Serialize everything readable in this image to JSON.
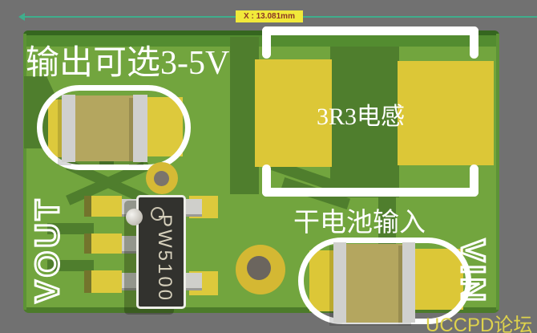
{
  "ruler": {
    "readout": "X : 13.081mm"
  },
  "board": {
    "labels": {
      "output_option": "输出可选3-5V",
      "inductor": "3R3电感",
      "battery_input": "干电池输入"
    },
    "silkscreen": {
      "vout": "VOUT",
      "vin": "VIN"
    },
    "ic_marking": "PW5100"
  },
  "watermark": "UCCPD论坛",
  "colors": {
    "canvas_bg": "#717171",
    "board_green": "#72a53e",
    "board_edge_dark": "#35661f",
    "trace_dark": "#4f7e2d",
    "pad_yellow": "#ddc93c",
    "inductor_pad_yellow": "#dcc737",
    "component_body_tan": "#b4a65f",
    "terminal_silver": "#d0d0ce",
    "ic_body": "#32322e",
    "silkscreen_white": "#ffffff",
    "drill_gold": "#d6ba35",
    "hole_gray": "#6b655e",
    "ruler_line": "#3fae8c",
    "ruler_badge_bg": "#f1e93a",
    "ruler_badge_text": "#8b3525",
    "watermark_yellow": "#ded24c"
  }
}
